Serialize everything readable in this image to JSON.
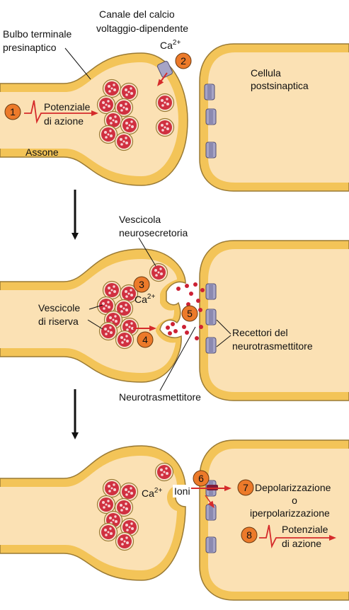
{
  "labels": {
    "bulb_line1": "Bulbo terminale",
    "bulb_line2": "presinaptico",
    "axon": "Assone",
    "calcium_channel_line1": "Canale del calcio",
    "calcium_channel_line2": "voltaggio-dipendente",
    "postsyn_line1": "Cellula",
    "postsyn_line2": "postsinaptica",
    "ap_line1": "Potenziale",
    "ap_line2": "di azione",
    "vesicle_line1": "Vescicola",
    "vesicle_line2": "neurosecretoria",
    "reserve_line1": "Vescicole",
    "reserve_line2": "di riserva",
    "receptors_line1": "Recettori del",
    "receptors_line2": "neurotrasmettitore",
    "neurotransmitter": "Neurotrasmettitore",
    "ions": "Ioni",
    "depol": "Depolarizzazione",
    "or": "o",
    "hyperpol": "iperpolarizzazione",
    "ap2_line1": "Potenziale",
    "ap2_line2": "di azione",
    "ca_base": "Ca",
    "ca_sup": "2+"
  },
  "steps": [
    "1",
    "2",
    "3",
    "4",
    "5",
    "6",
    "7",
    "8"
  ],
  "colors": {
    "membrane": "#f3c458",
    "membrane_stroke": "#9a7a34",
    "cytoplasm": "#fbe1b4",
    "vesicle_fill": "#f7e6cf",
    "vesicle_content": "#cc2134",
    "channel": "#a6a4c6",
    "step_circle": "#ec7a2a",
    "arrow_red": "#d52b2b"
  }
}
